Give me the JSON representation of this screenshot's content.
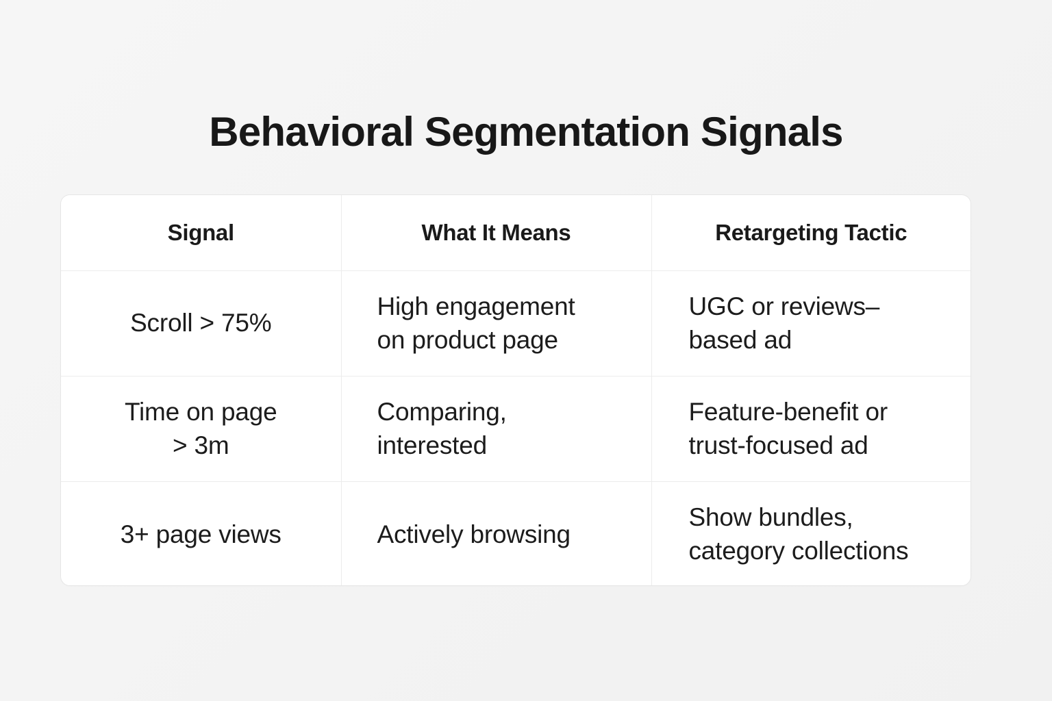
{
  "page": {
    "title": "Behavioral Segmentation Signals",
    "background_color": "#f4f4f4",
    "card_background": "#ffffff",
    "text_color": "#1a1a1a",
    "border_color": "#ececec"
  },
  "table": {
    "columns": [
      {
        "key": "signal",
        "label": "Signal"
      },
      {
        "key": "means",
        "label": "What It Means"
      },
      {
        "key": "tactic",
        "label": "Retargeting Tactic"
      }
    ],
    "rows": [
      {
        "signal": "Scroll > 75%",
        "means_line1": "High engagement",
        "means_line2": "on product page",
        "tactic_line1": "UGC or reviews–",
        "tactic_line2": "based ad"
      },
      {
        "signal_line1": "Time on page",
        "signal_line2": "> 3m",
        "means_line1": "Comparing,",
        "means_line2": "interested",
        "tactic_line1": "Feature-benefit or",
        "tactic_line2": "trust-focused ad"
      },
      {
        "signal": "3+ page views",
        "means_line1": "Actively browsing",
        "means_line2": "",
        "tactic_line1": "Show bundles,",
        "tactic_line2": "category collections"
      }
    ]
  }
}
